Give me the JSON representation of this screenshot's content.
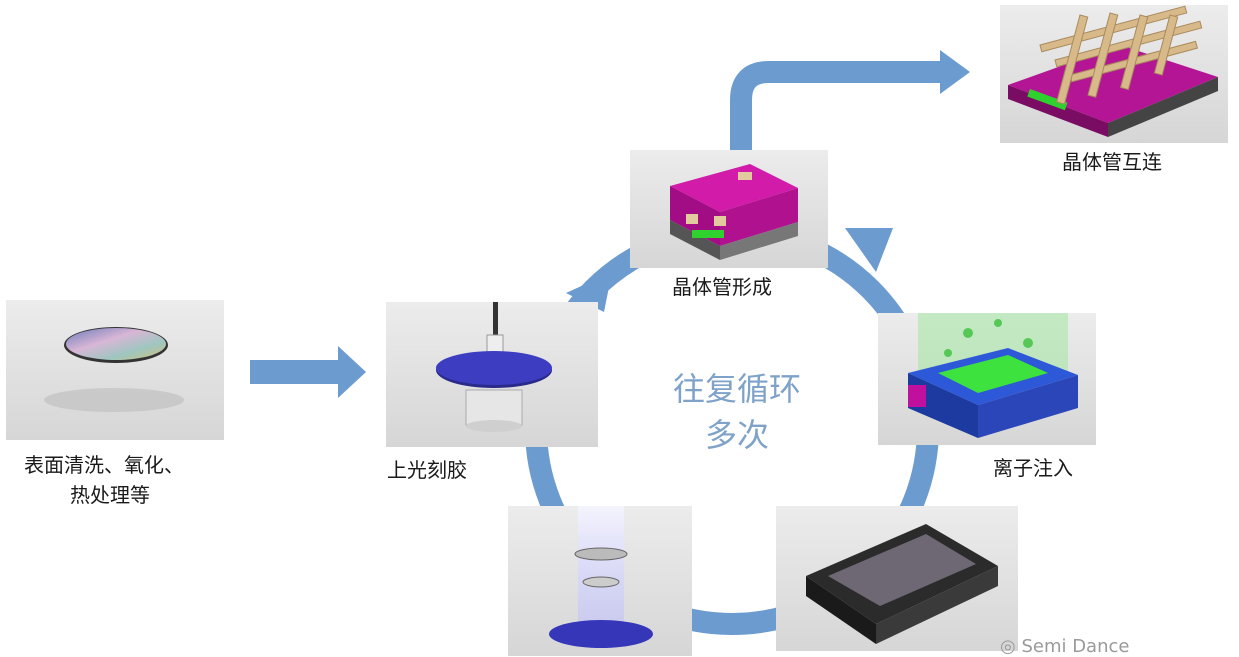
{
  "colors": {
    "arrow": "#6c9bd0",
    "cycle_text": "#7fa2c8",
    "wafer_blue": "#3536b8",
    "magenta": "#c2109e",
    "green": "#2fd12f",
    "gold": "#d7b98a"
  },
  "steps": {
    "clean": {
      "label_line1": "表面清洗、氧化、",
      "label_line2": "热处理等"
    },
    "photoresist": {
      "label": "上光刻胶"
    },
    "exposure": {
      "label": ""
    },
    "etch": {
      "label": ""
    },
    "implant": {
      "label": "离子注入"
    },
    "transistor": {
      "label": "晶体管形成"
    },
    "interconnect": {
      "label": "晶体管互连"
    }
  },
  "cycle": {
    "line1": "往复循环",
    "line2": "多次"
  },
  "watermark": "Semi Dance"
}
